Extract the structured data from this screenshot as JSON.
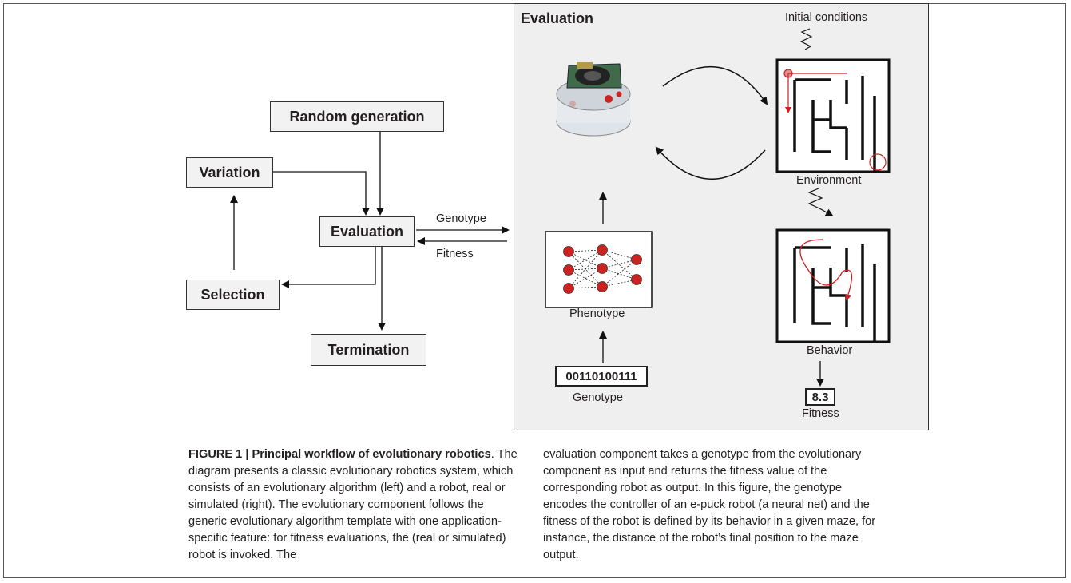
{
  "left_diagram": {
    "random_generation": "Random generation",
    "variation": "Variation",
    "evaluation": "Evaluation",
    "selection": "Selection",
    "termination": "Termination",
    "genotype_arrow": "Genotype",
    "fitness_arrow": "Fitness"
  },
  "right_panel": {
    "title": "Evaluation",
    "initial_conditions": "Initial conditions",
    "environment": "Environment",
    "behavior": "Behavior",
    "phenotype": "Phenotype",
    "genotype_value": "00110100111",
    "genotype_label": "Genotype",
    "fitness_value": "8.3",
    "fitness_label": "Fitness"
  },
  "caption": {
    "title": "FIGURE 1 | Principal workflow of evolutionary robotics",
    "col1_rest": ". The diagram presents a classic evolutionary robotics system, which consists of an evolutionary algorithm (left) and a robot, real or simulated (right). The evolutionary component follows the generic evolutionary algorithm template with one application-specific feature: for fitness evaluations, the (real or simulated) robot is invoked. The",
    "col2": "evaluation component takes a genotype from the evolutionary component as input and returns the fitness value of the corresponding robot as output. In this figure, the genotype encodes the controller of an e-puck robot (a neural net) and the fitness of the robot is defined by its behavior in a given maze, for instance, the distance of the robot’s final position to the maze output."
  },
  "colors": {
    "accent_red": "#cc2222",
    "panel_bg": "#efefef",
    "box_bg": "#f2f2f2"
  },
  "icons": [
    "e-puck-robot-icon",
    "maze-icon",
    "neural-net-icon",
    "zigzag-icon"
  ]
}
